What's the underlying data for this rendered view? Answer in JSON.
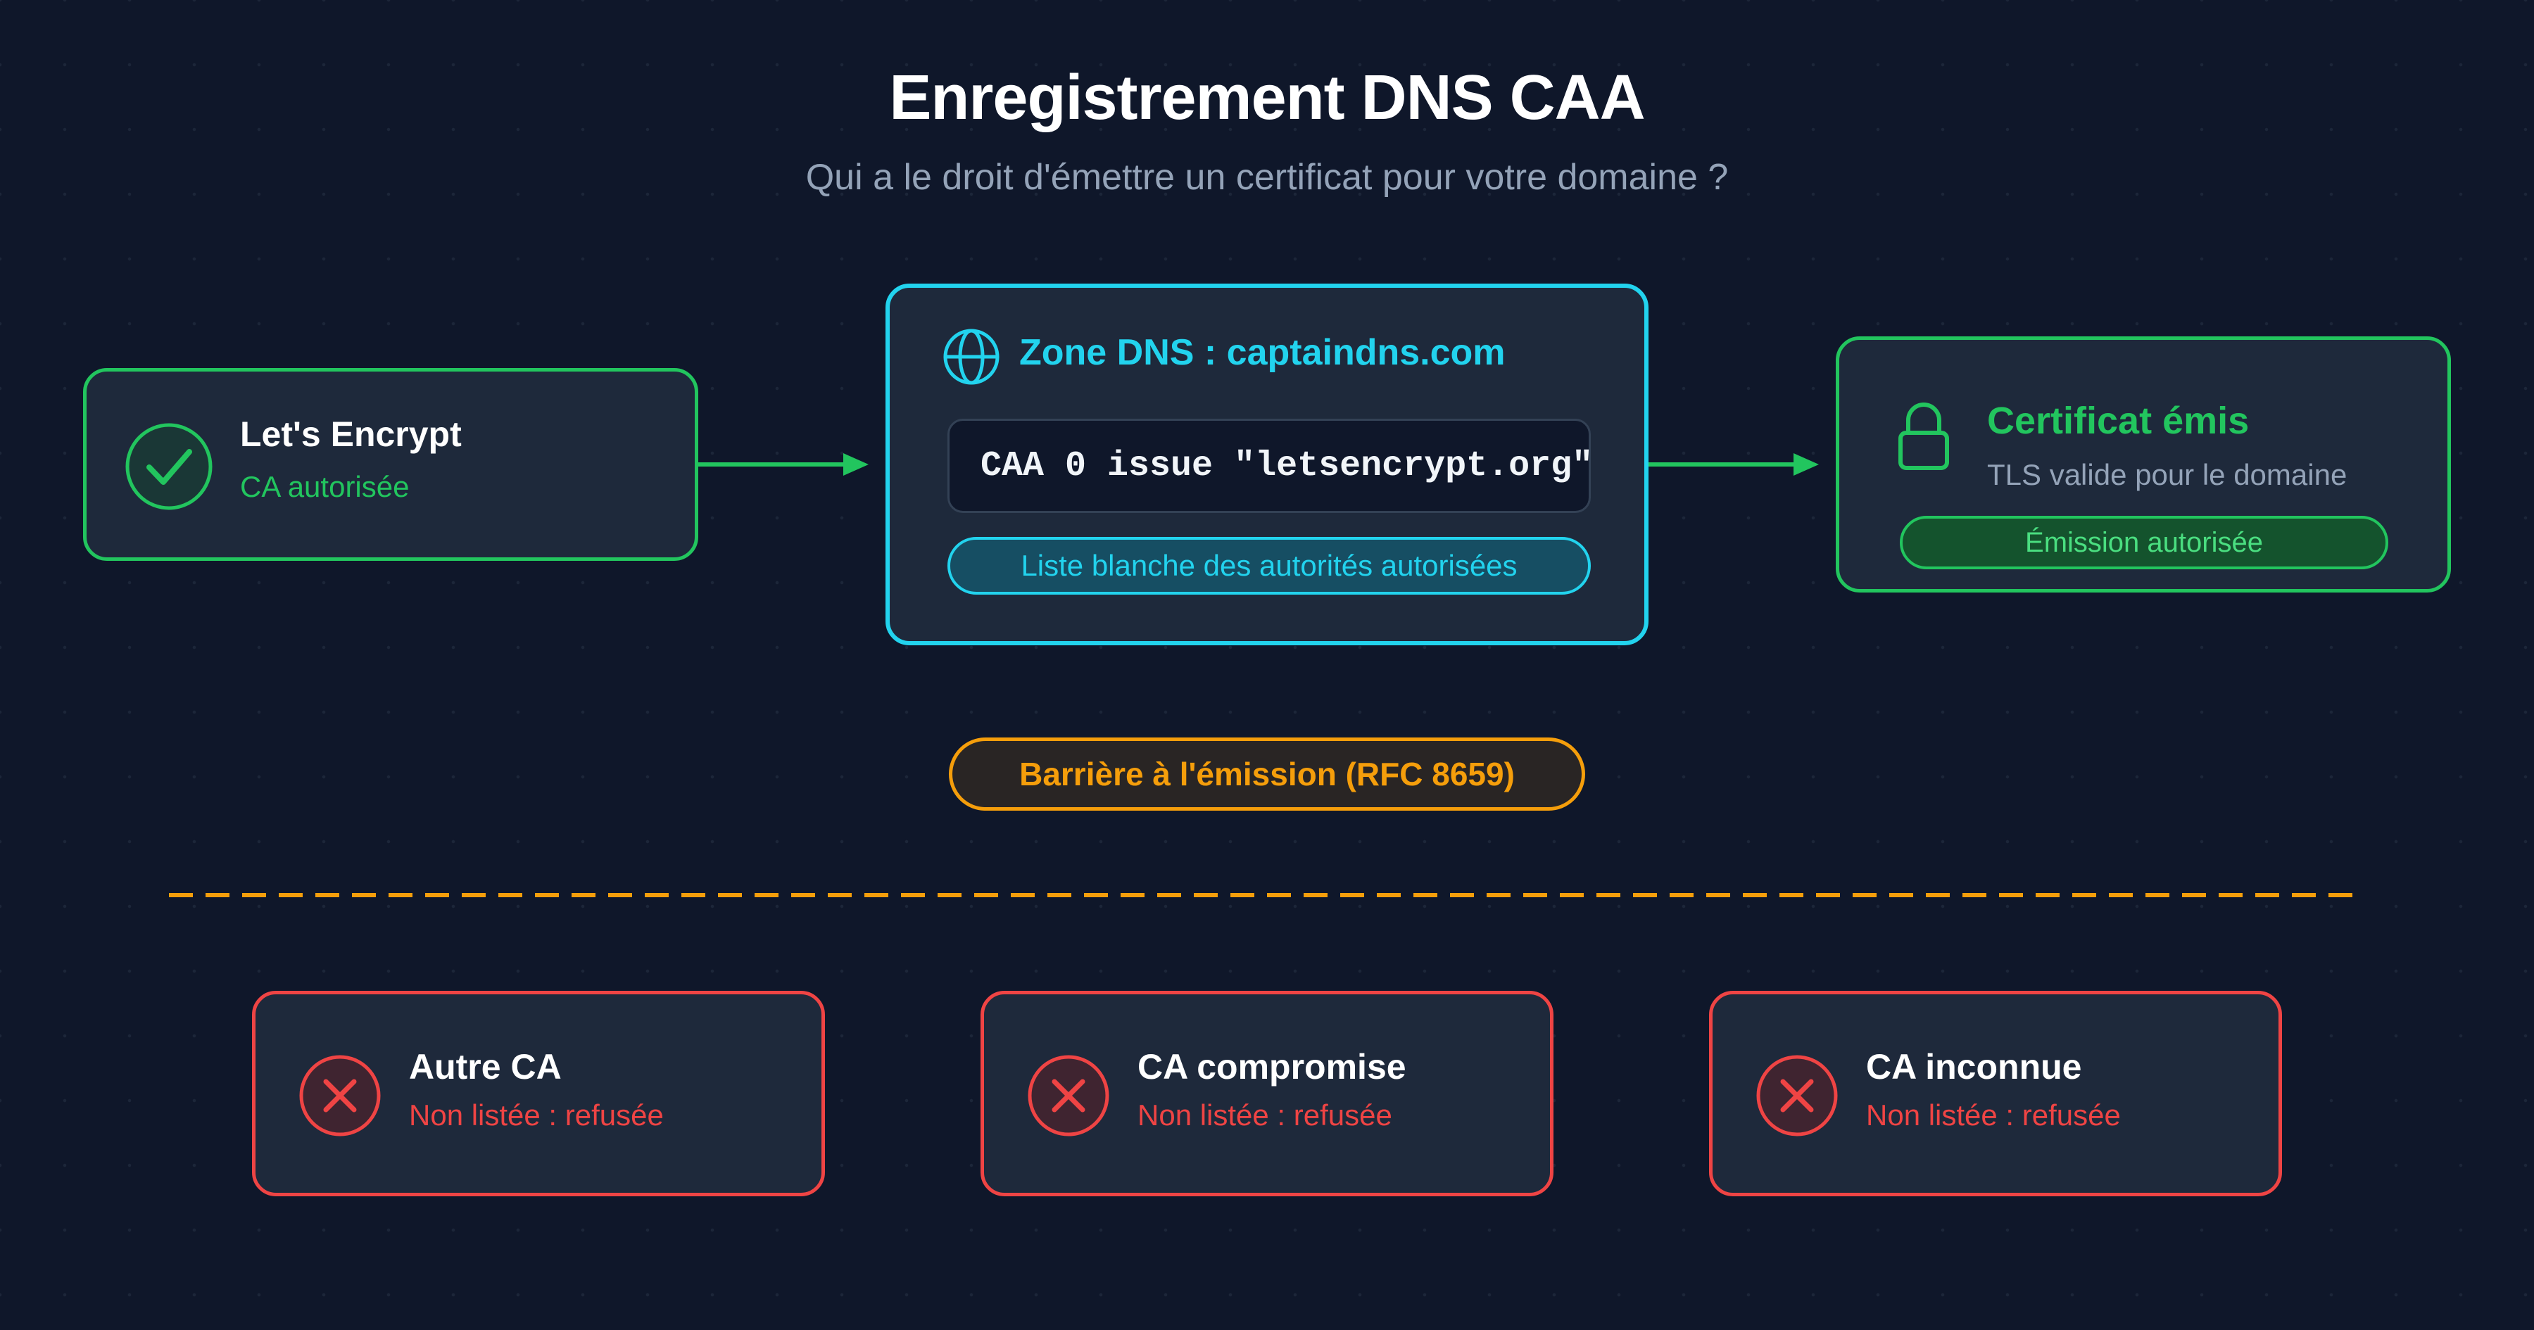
{
  "header": {
    "title": "Enregistrement DNS CAA",
    "subtitle": "Qui a le droit d'émettre un certificat pour votre domaine ?"
  },
  "source_ca": {
    "title": "Let's Encrypt",
    "status": "CA autorisée",
    "icon": "check-circle-icon"
  },
  "dns_zone": {
    "title": "Zone DNS : captaindns.com",
    "record": "CAA 0 issue \"letsencrypt.org\"",
    "badge": "Liste blanche des autorités autorisées",
    "icon": "globe-icon"
  },
  "result": {
    "title": "Certificat émis",
    "description": "TLS valide pour le domaine",
    "badge": "Émission autorisée",
    "icon": "lock-icon"
  },
  "barrier": {
    "label": "Barrière à l'émission (RFC 8659)"
  },
  "rejected": [
    {
      "title": "Autre CA",
      "status": "Non listée : refusée",
      "icon": "x-circle-icon"
    },
    {
      "title": "CA compromise",
      "status": "Non listée : refusée",
      "icon": "x-circle-icon"
    },
    {
      "title": "CA inconnue",
      "status": "Non listée : refusée",
      "icon": "x-circle-icon"
    }
  ],
  "colors": {
    "background": "#0f172a",
    "card": "#1e293b",
    "allowed": "#22c55e",
    "zone": "#22d3ee",
    "barrier": "#f59e0b",
    "rejected": "#ef4444"
  }
}
